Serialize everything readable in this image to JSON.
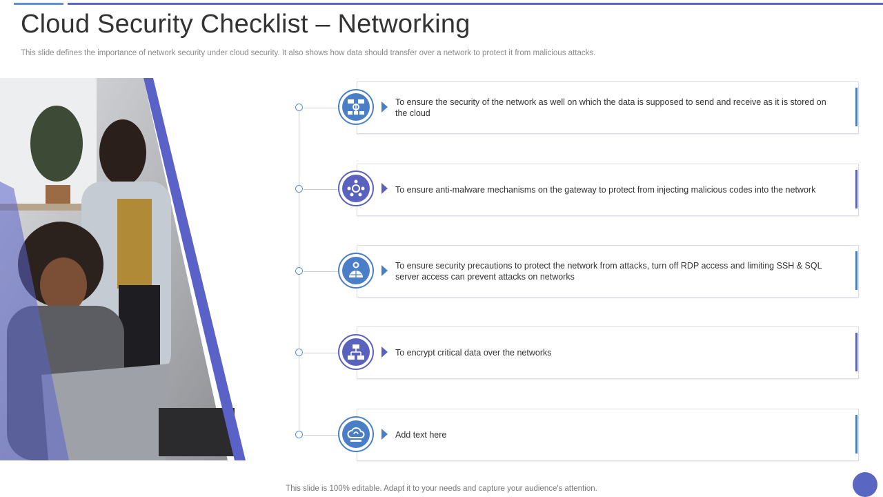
{
  "slide": {
    "title": "Cloud Security Checklist – Networking",
    "subtitle": "This slide defines the importance of network security under cloud security. It also shows how data should transfer over a network to protect it from malicious attacks.",
    "footer": "This slide is 100% editable. Adapt it to your needs and capture your audience's attention."
  },
  "items": [
    {
      "text": "To ensure the security of the network  as well on which the data is supposed to send and receive  as it is stored on the cloud",
      "icon": "network-servers-icon",
      "color": "#4a7fc8"
    },
    {
      "text": "To ensure anti-malware  mechanisms on the gateway to protect from injecting malicious codes into the network",
      "icon": "users-network-icon",
      "color": "#5a62c0"
    },
    {
      "text": "To ensure security precautions to protect the network from attacks, turn off RDP access and limiting SSH & SQL server  access can prevent  attacks on networks",
      "icon": "globe-gear-icon",
      "color": "#4a7fc8"
    },
    {
      "text": "To encrypt critical data over  the networks",
      "icon": "hierarchy-icon",
      "color": "#5a62c0"
    },
    {
      "text": "Add text here",
      "icon": "cloud-sync-icon",
      "color": "#4a7fc8"
    }
  ],
  "colors": {
    "accent_blue": "#4a7fc8",
    "accent_indigo": "#5a62c0"
  }
}
